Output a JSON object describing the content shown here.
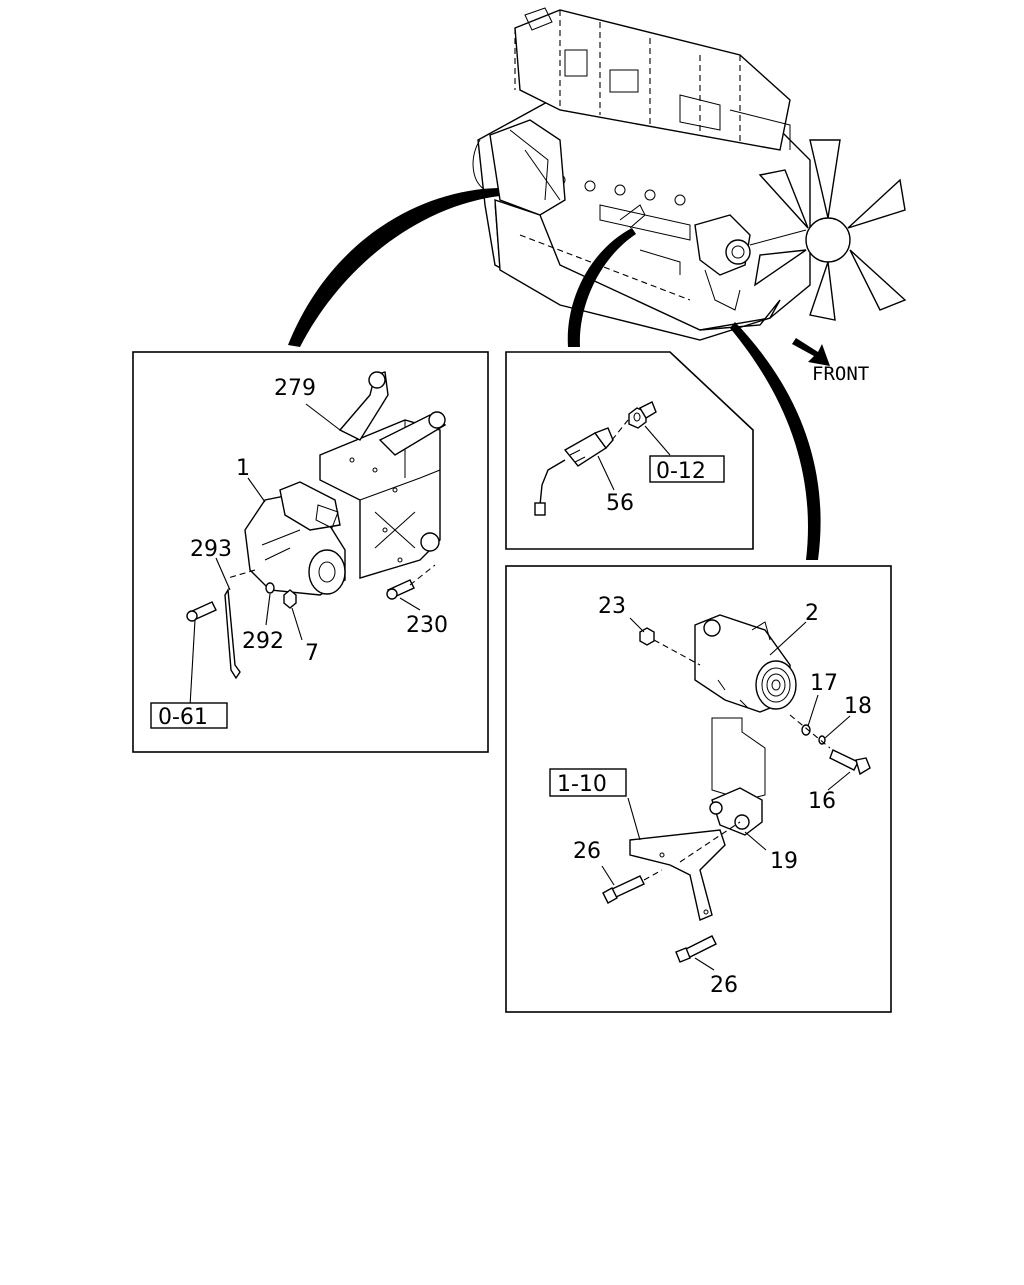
{
  "front_label": "FRONT",
  "callouts": {
    "c279": "279",
    "c1": "1",
    "c293": "293",
    "c292": "292",
    "c7": "7",
    "c230": "230",
    "c56": "56",
    "c23": "23",
    "c2": "2",
    "c17": "17",
    "c18": "18",
    "c16": "16",
    "c19": "19",
    "c26a": "26",
    "c26b": "26"
  },
  "refs": {
    "r061": "0-61",
    "r012": "0-12",
    "r110": "1-10"
  }
}
